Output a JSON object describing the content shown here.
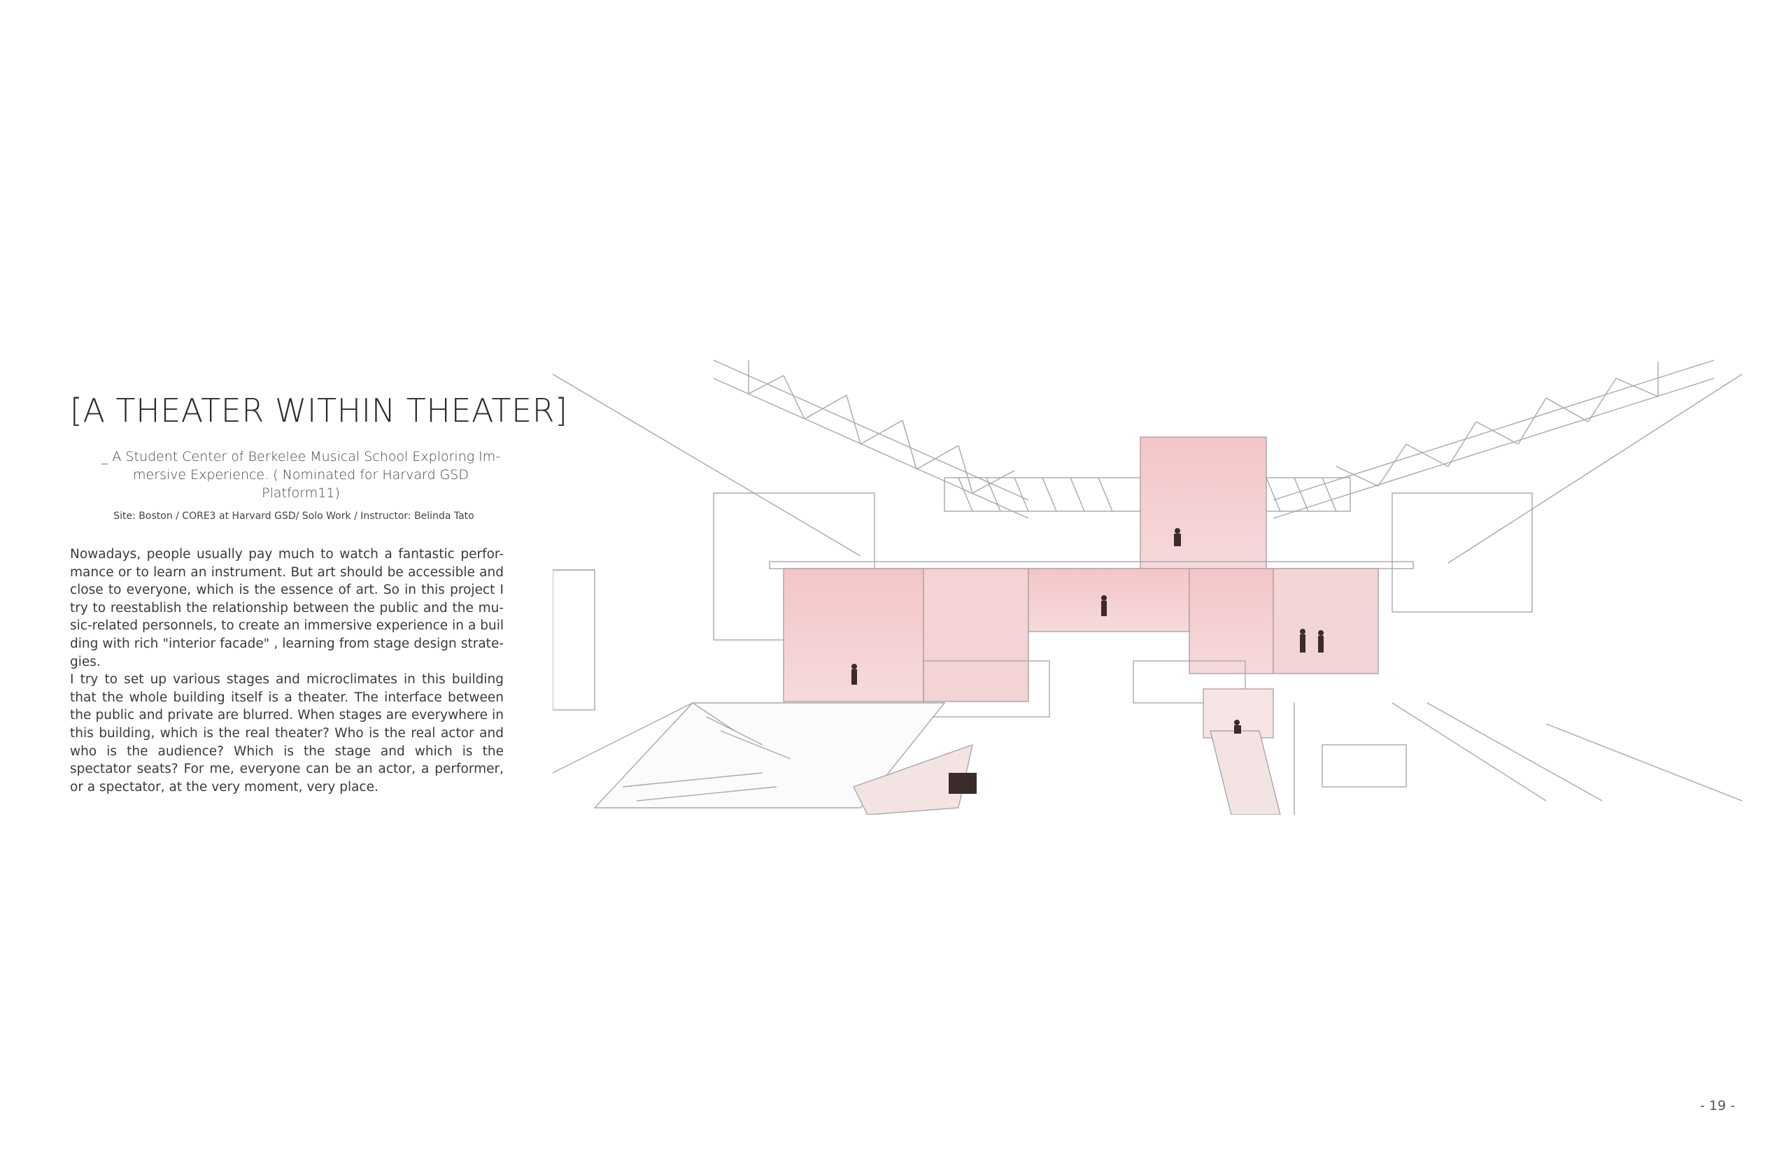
{
  "title": "[A THEATER WITHIN THEATER]",
  "subtitle": {
    "line1": "_ A Student Center of Berkelee Musical School Exploring Im-",
    "line2": "mersive Experience. ( Nominated for Harvard GSD Platform11)"
  },
  "site_info": "Site: Boston / CORE3 at Harvard GSD/ Solo Work / Instructor: Belinda Tato",
  "body": {
    "paragraph1": "Nowadays, people usually pay much to watch a fantastic perfor-mance or to learn an instrument. But art should be accessible and close to everyone, which is the essence of art. So in this project I try to reestablish the relationship between the public and the mu-sic-related personnels, to create an immersive experience in a buil ding with rich \"interior facade\" , learning from stage design strate-gies.",
    "paragraph2": "I try to set up various stages and microclimates in this building that the whole building itself is a theater. The interface between the public and private are blurred. When stages are everywhere in this building, which is the real theater? Who is the real actor and who is the audience? Which is the stage and which is the spectator seats? For me, everyone can be an actor, a performer, or a spectator, at the very moment, very place."
  },
  "page_number": "- 19 -",
  "colors": {
    "accent_pink": "#f2c9cb",
    "line_grey": "#9a9a9a"
  }
}
